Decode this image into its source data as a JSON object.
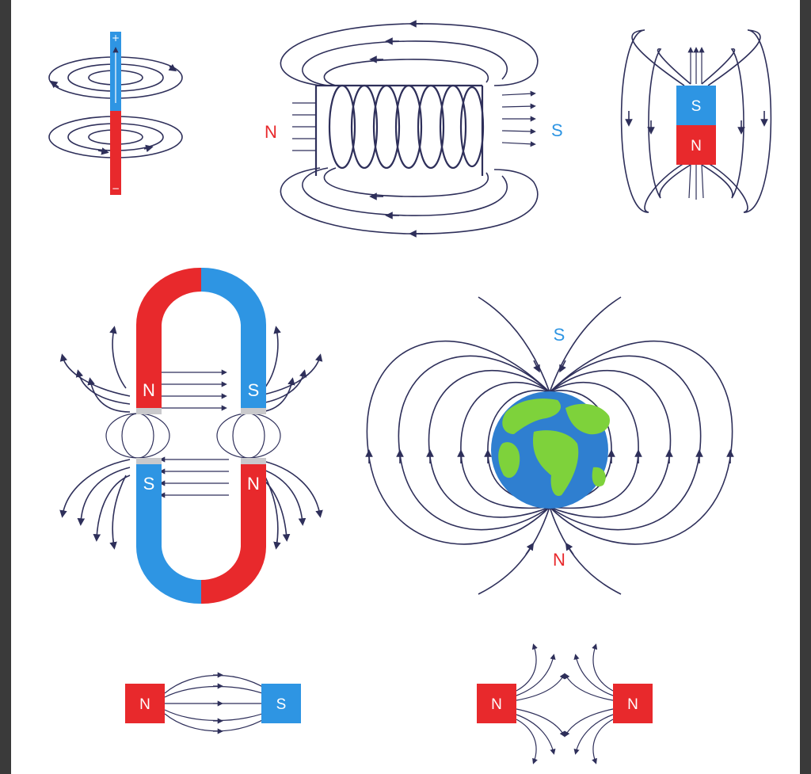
{
  "colors": {
    "north": "#e8292c",
    "south": "#2e95e3",
    "line": "#2e2f5a",
    "background": "#ffffff",
    "earth_ocean": "#2f7fd0",
    "earth_land": "#7ed23b"
  },
  "wire": {
    "plus": "+",
    "minus": "−"
  },
  "solenoid": {
    "north_label": "N",
    "south_label": "S"
  },
  "bar_magnet": {
    "south_label": "S",
    "north_label": "N"
  },
  "horseshoe": {
    "top_left": "N",
    "top_right": "S",
    "bottom_left": "S",
    "bottom_right": "N"
  },
  "earth": {
    "top_label": "S",
    "bottom_label": "N"
  },
  "attract": {
    "left": "N",
    "right": "S"
  },
  "repel": {
    "left": "N",
    "right": "N"
  }
}
